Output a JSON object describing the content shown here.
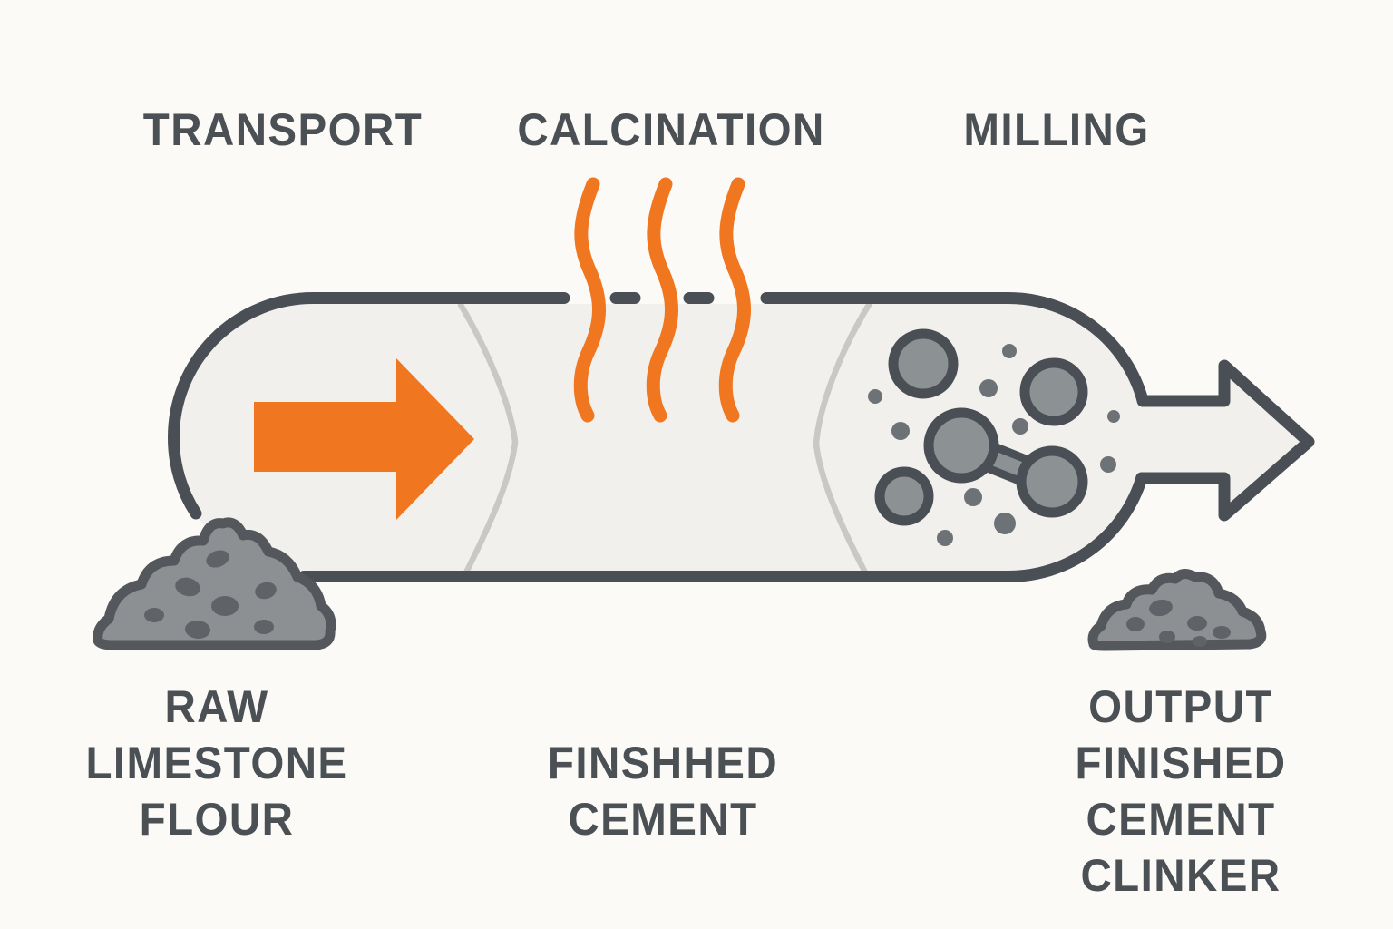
{
  "colors": {
    "background": "#fbfaf7",
    "outline": "#4a4f55",
    "vessel_fill": "#f1f0ed",
    "accent_orange": "#f0761f",
    "divider": "#c9c8c5",
    "ball_fill": "#8c9194",
    "dust_dot": "#6d7276",
    "pile_fill": "#8c9092",
    "pile_outline": "#54585c",
    "pile_speck": "#5f6367",
    "label_text": "#4b5055"
  },
  "stage_labels": {
    "transport": "TRANSPORT",
    "calcination": "CALCINATION",
    "milling": "MILLING"
  },
  "material_labels": {
    "input_lines": [
      "RAW",
      "LIMESTONE",
      "FLOUR"
    ],
    "product_lines": [
      "FINSHHED",
      "CEMENT"
    ],
    "output_lines": [
      "OUTPUT",
      "FINISHED",
      "CEMENT",
      "CLINKER"
    ]
  },
  "icons": {
    "transport_arrow": "orange-right-arrow",
    "heat_waves": "three-wavy-heat-lines",
    "mill_balls": "grinding-balls-with-dust",
    "output_arrow": "outlined-right-arrow",
    "input_pile": "raw-limestone-powder-pile",
    "output_pile": "finished-clinker-pile"
  }
}
